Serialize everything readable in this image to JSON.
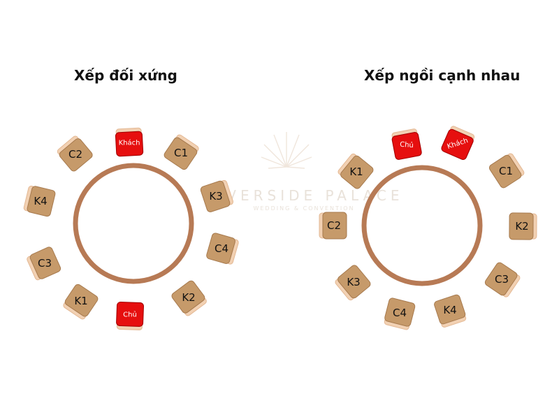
{
  "left": {
    "title": "Xếp đối xứng",
    "seats": [
      {
        "label": "Khách",
        "role": "host"
      },
      {
        "label": "C1",
        "role": "guest"
      },
      {
        "label": "K3",
        "role": "guest"
      },
      {
        "label": "C4",
        "role": "guest"
      },
      {
        "label": "K2",
        "role": "guest"
      },
      {
        "label": "Chủ",
        "role": "host"
      },
      {
        "label": "K1",
        "role": "guest"
      },
      {
        "label": "C3",
        "role": "guest"
      },
      {
        "label": "K4",
        "role": "guest"
      },
      {
        "label": "C2",
        "role": "guest"
      }
    ]
  },
  "right": {
    "title": "Xếp ngồi cạnh nhau",
    "seats": [
      {
        "label": "Chủ",
        "role": "host"
      },
      {
        "label": "Khách",
        "role": "host"
      },
      {
        "label": "C1",
        "role": "guest"
      },
      {
        "label": "K2",
        "role": "guest"
      },
      {
        "label": "C3",
        "role": "guest"
      },
      {
        "label": "K4",
        "role": "guest"
      },
      {
        "label": "C4",
        "role": "guest"
      },
      {
        "label": "K3",
        "role": "guest"
      },
      {
        "label": "C2",
        "role": "guest"
      },
      {
        "label": "K1",
        "role": "guest"
      }
    ]
  },
  "watermark": {
    "brand": "RIVERSIDE PALACE",
    "tagline": "WEDDING & CONVENTION"
  },
  "colors": {
    "table_ring": "#b77a55",
    "chair_guest": "#c69a6a",
    "chair_guest_stroke": "#a77a4e",
    "chair_back": "#f2d1b3",
    "chair_host": "#e60f0f",
    "chair_host_stroke": "#a00000",
    "host_text": "#ffffff",
    "guest_text": "#111111"
  }
}
